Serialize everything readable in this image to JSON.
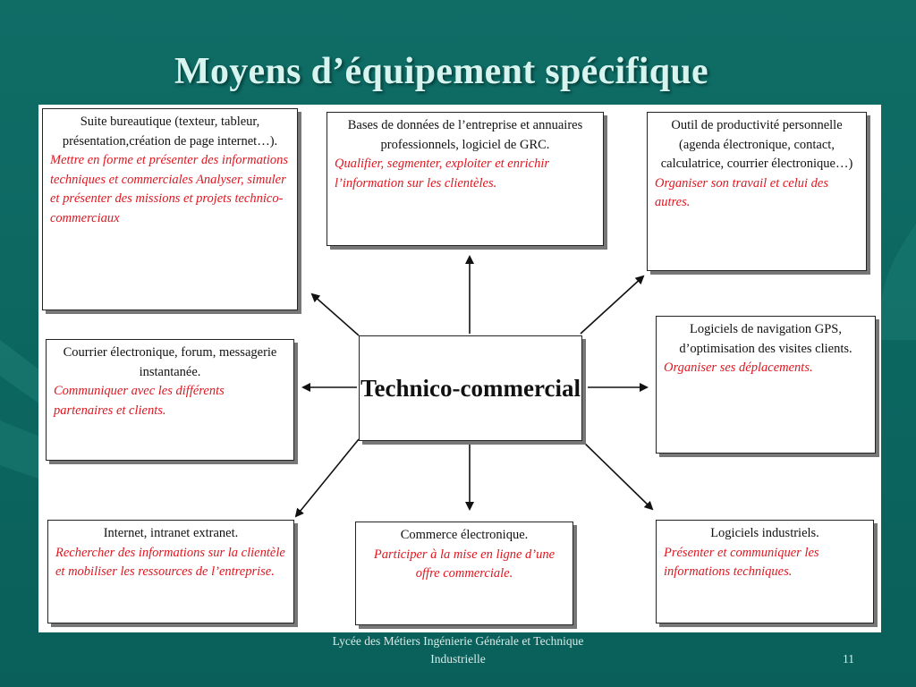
{
  "slide": {
    "title": "Moyens d’équipement spécifique",
    "footer_school": "Lycée des Métiers Ingénierie Générale et Technique Industrielle",
    "page_number": "11"
  },
  "diagram": {
    "center": "Technico-commercial",
    "boxes": {
      "office": {
        "main": "Suite bureautique (texteur, tableur, présentation,création de page internet…).",
        "role": "Mettre en forme et présenter des informations techniques et commerciales Analyser, simuler et présenter des missions et projets technico-commerciaux"
      },
      "database": {
        "main": "Bases de données de l’entreprise et annuaires professionnels, logiciel de GRC.",
        "role": "Qualifier, segmenter, exploiter et enrichir l’information sur les clientèles."
      },
      "productivity": {
        "main": "Outil de productivité personnelle (agenda électronique, contact, calculatrice, courrier électronique…)",
        "role": "Organiser son travail et celui des autres."
      },
      "email": {
        "main": "Courrier électronique, forum, messagerie instantanée.",
        "role": "Communiquer avec les différents partenaires et clients."
      },
      "gps": {
        "main": "Logiciels de navigation GPS, d’optimisation des visites clients.",
        "role": "Organiser ses déplacements."
      },
      "internet": {
        "main": "Internet, intranet extranet.",
        "role": "Rechercher des informations sur la clientèle et mobiliser les ressources de l’entreprise."
      },
      "ecommerce": {
        "main": "Commerce électronique.",
        "role": "Participer à la mise en ligne d’une offre commerciale."
      },
      "industrial": {
        "main": "Logiciels industriels.",
        "role": "Présenter et communiquer les informations techniques."
      }
    }
  }
}
